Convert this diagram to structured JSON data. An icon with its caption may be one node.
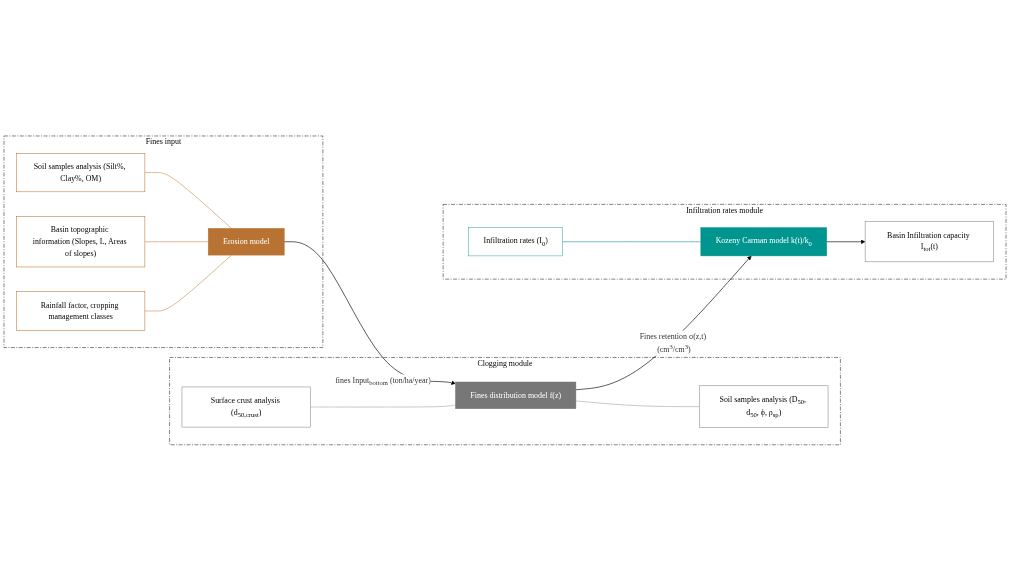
{
  "diagram": {
    "nodes": [
      {
        "text": [
          "Fines input"
        ]
      },
      {
        "text": [
          "Soil samples analysis (Silt%, Clay%, OM)"
        ],
        "in": 0
      },
      {
        "text": [
          "Basin topographic information (Slopes, L, Areas of slopes)"
        ],
        "in": 0
      },
      {
        "text": [
          "Erosion model"
        ],
        "in": 0
      },
      {
        "text": [
          "Rainfall factor, cropping management classes"
        ],
        "in": 0
      },
      {
        "text": [
          "Clogging module"
        ]
      },
      {
        "text": [
          "Surface crust analysis (d$_{50,crust}$)"
        ],
        "in": 5
      },
      {
        "text": [
          "Fines distribution model f(z)"
        ],
        "in": 5
      },
      {
        "text": [
          "Soil samples analysis (D$_{50}$, d$_{50}$, ϕ, ρ$_{sp}$)"
        ],
        "in": 5
      },
      {
        "text": [
          "Infiltration rates module"
        ]
      },
      {
        "text": [
          "Infiltration rates (I$_{0}$)"
        ],
        "in": 9
      },
      {
        "text": [
          "Kozeny Carman model k(t)/k$_{0}$"
        ],
        "in": 9
      },
      {
        "text": [
          "Basin Infiltration capacity I$_{tot}$(t)"
        ],
        "in": 9
      }
    ],
    "edges": [
      {
        "from": 1,
        "to": 3,
        "arrow": "none",
        "color": "#c8955a"
      },
      {
        "from": 2,
        "to": 3,
        "arrow": "none",
        "color": "#c8955a"
      },
      {
        "from": 4,
        "to": 3,
        "arrow": "none",
        "color": "#c8955a"
      },
      {
        "from": 3,
        "to": 7,
        "arrow": "to",
        "label": "fines Input$_{bottom}$ (ton/ha/year)",
        "color": "#000000"
      },
      {
        "from": 6,
        "to": 7,
        "arrow": "none",
        "color": "#aaaaaa"
      },
      {
        "from": 7,
        "to": 8,
        "arrow": "none",
        "color": "#aaaaaa"
      },
      {
        "from": 7,
        "to": 11,
        "arrow": "to",
        "label": "Fines retention σ(z,t) (cm$^{3}$/cm$^{3}$)",
        "color": "#000000"
      },
      {
        "from": 10,
        "to": 11,
        "arrow": "none",
        "color": "#2a9d97"
      },
      {
        "from": 11,
        "to": 12,
        "arrow": "to",
        "color": "#000000"
      }
    ]
  }
}
